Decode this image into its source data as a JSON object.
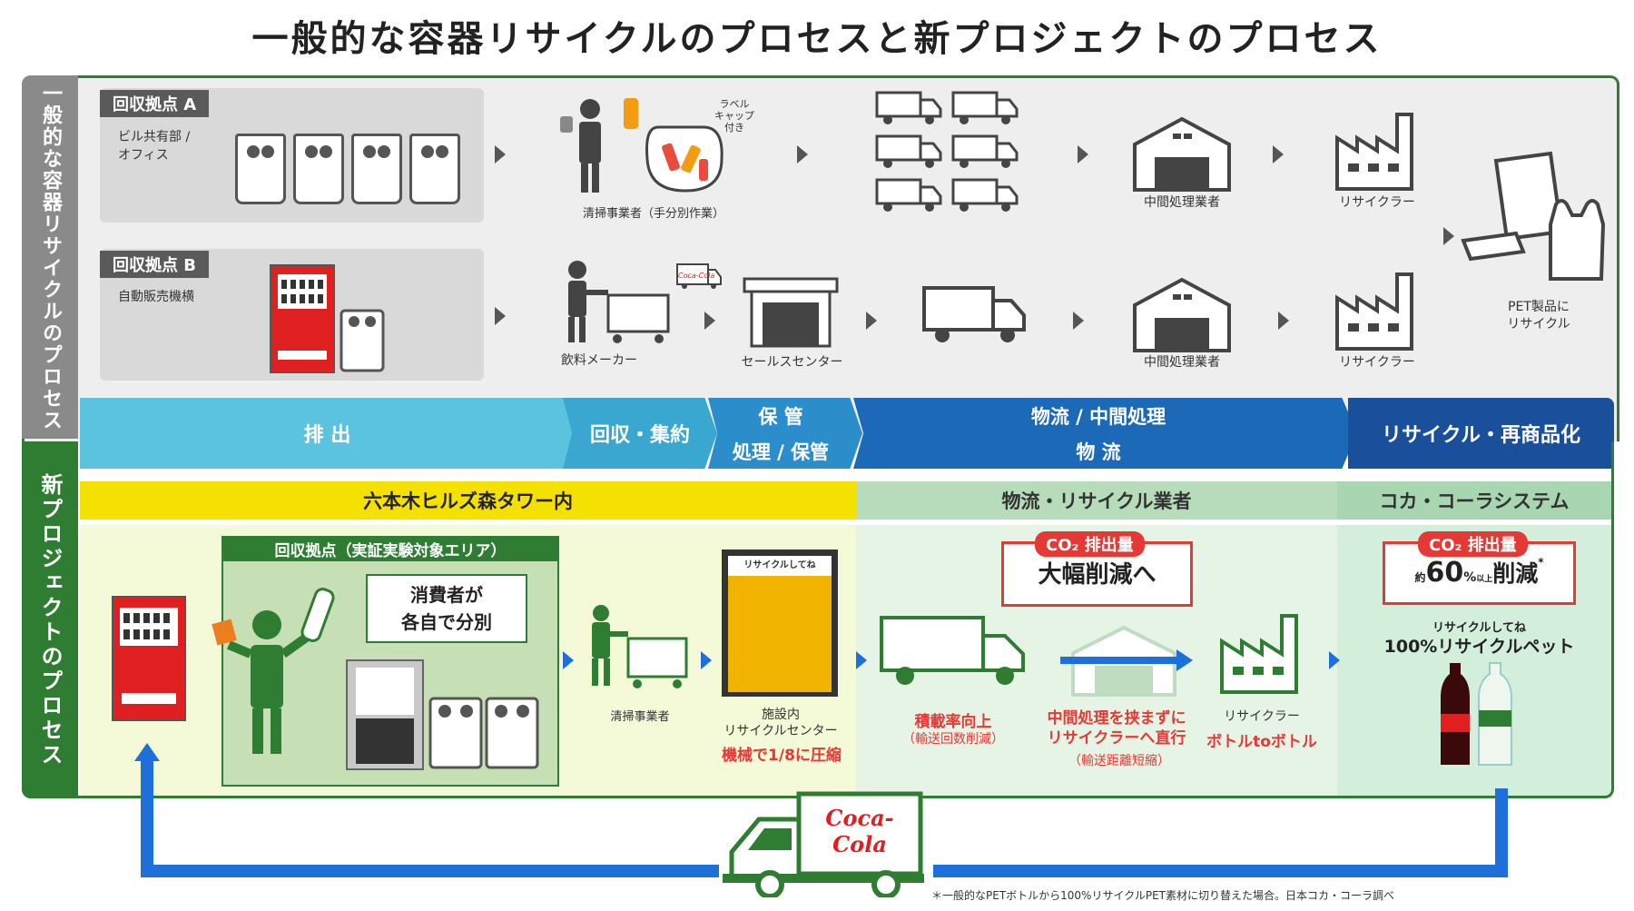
{
  "title": "一般的な容器リサイクルのプロセスと新プロジェクトのプロセス",
  "side_labels": {
    "general": "一般的な容器リサイクルのプロセス",
    "new": "新プロジェクトのプロセス"
  },
  "general": {
    "site_a": {
      "tag": "回収拠点 A",
      "desc_line1": "ビル共有部 /",
      "desc_line2": "オフィス"
    },
    "site_b": {
      "tag": "回収拠点 B",
      "desc": "自動販売機横"
    },
    "bag_label_line1": "ラベル",
    "bag_label_line2": "キャップ",
    "bag_label_line3": "付き",
    "cleaner": "清掃事業者（手分別作業）",
    "intermediate_a": "中間処理業者",
    "recycler_a": "リサイクラー",
    "beverage_maker": "飲料メーカー",
    "sales_center": "セールスセンター",
    "intermediate_b": "中間処理業者",
    "recycler_b": "リサイクラー",
    "pet_result_line1": "PET製品に",
    "pet_result_line2": "リサイクル",
    "truck_logo": "Coca-Cola"
  },
  "stages": {
    "emit": "排 出",
    "collect": "回収・集約",
    "store": "保 管",
    "process_store": "処理 / 保管",
    "logistics_mid": "物流 / 中間処理",
    "logistics": "物 流",
    "recycle": "リサイクル・再商品化"
  },
  "new": {
    "zone_hills": "六本木ヒルズ森タワー内",
    "zone_logistics": "物流・リサイクル業者",
    "zone_coke": "コカ・コーラシステム",
    "collection_point": "回収拠点（実証実験対象エリア）",
    "bubble_line1": "消費者が",
    "bubble_line2": "各自で分別",
    "cleaner": "清掃事業者",
    "facility_line1": "施設内",
    "facility_line2": "リサイクルセンター",
    "compress": "機械で1/8に圧縮",
    "compactor_label": "リサイクルしてね",
    "co2_tag": "CO₂ 排出量",
    "co2_big": "大幅削減へ",
    "load_up": "積載率向上",
    "load_up_sub": "（輸送回数削減）",
    "direct_line1": "中間処理を挟まずに",
    "direct_line2": "リサイクラーへ直行",
    "direct_sub": "（輸送距離短縮）",
    "recycler": "リサイクラー",
    "b2b": "ボトルtoボトル",
    "co2_tag2": "CO₂ 排出量",
    "co2_reduce_prefix": "約",
    "co2_reduce_value": "60",
    "co2_reduce_unit": "%",
    "co2_reduce_unit_sub": "以上",
    "co2_reduce_word": "削減",
    "co2_reduce_star": "*",
    "pet_line1": "リサイクルしてね",
    "pet_line2": "100%リサイクルペット",
    "truck_logo": "Coca-Cola"
  },
  "footnote": "＊一般的なPETボトルから100%リサイクルPET素材に切り替えた場合。日本コカ・コーラ調べ",
  "colors": {
    "green": "#2e7d32",
    "red": "#e53935",
    "blue": "#1e6fd9",
    "yellow": "#f5e100"
  }
}
